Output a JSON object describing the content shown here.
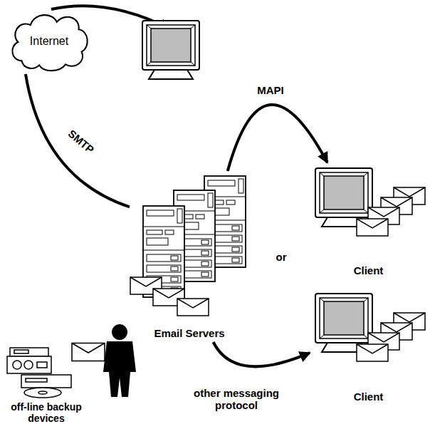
{
  "diagram": {
    "nodes": [
      {
        "text": [
          "Internet"
        ]
      },
      {
        "text": [
          "Email Servers"
        ]
      },
      {
        "text": [
          "Client"
        ]
      },
      {
        "text": [
          "Client"
        ]
      },
      {
        "text": [
          "off-line backup devices"
        ]
      }
    ],
    "edges": [
      {
        "from": 0,
        "to": 1,
        "arrow": "none",
        "label": "SMTP"
      },
      {
        "from": 1,
        "to": 2,
        "arrow": "to",
        "label": "MAPI"
      },
      {
        "from": 1,
        "to": 3,
        "arrow": "to",
        "label": "other messaging protocol"
      }
    ],
    "labels": [
      "or"
    ]
  }
}
